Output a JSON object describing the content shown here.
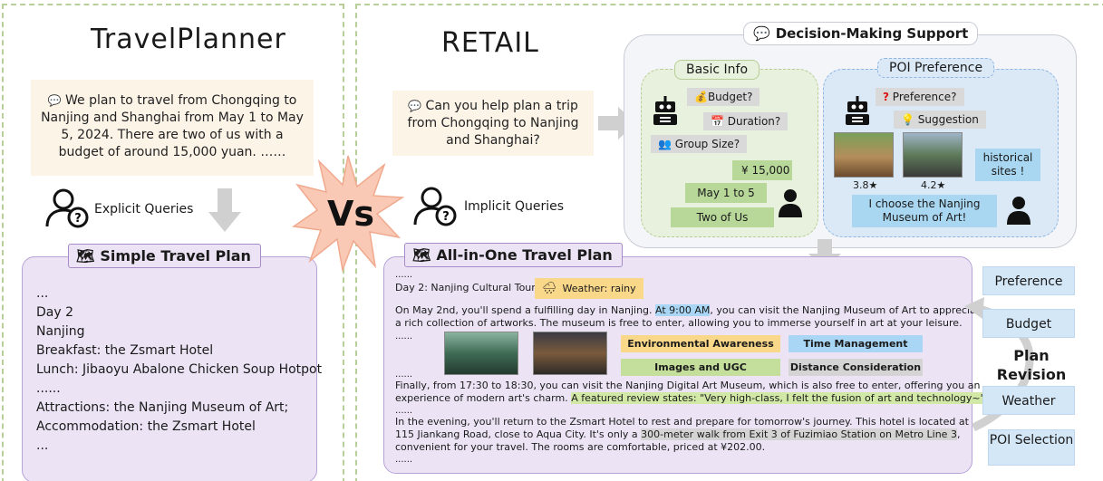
{
  "left": {
    "title": "TravelPlanner",
    "query": "We plan to travel from Chongqing to Nanjing and Shanghai from May 1 to May 5, 2024. There are two of us with a budget of around 15,000 yuan. ……",
    "query_label": "Explicit Queries",
    "plan_title": "Simple Travel Plan",
    "plan_lines": [
      "...",
      "Day 2",
      "Nanjing",
      "Breakfast: the Zsmart Hotel",
      "Lunch: Jibaoyu Abalone Chicken Soup Hotpot",
      "......",
      "Attractions: the Nanjing Museum of Art;",
      "Accommodation: the Zsmart Hotel",
      "..."
    ]
  },
  "vs_label": "Vs",
  "right": {
    "title": "RETAIL",
    "query": "Can you help plan a trip from Chongqing to Nanjing and Shanghai?",
    "query_label": "Implicit Queries",
    "dms_title": "Decision-Making Support",
    "basic_info": {
      "title": "Basic Info",
      "questions": [
        "Budget?",
        "Duration?",
        "Group Size?"
      ],
      "answers": [
        "¥ 15,000",
        "May 1 to  5",
        "Two of Us"
      ]
    },
    "poi_pref": {
      "title": "POI Preference",
      "questions": [
        "Preference?",
        "Suggestion"
      ],
      "ratings": [
        "3.8★",
        "4.2★"
      ],
      "user_bubble": "historical sites !",
      "choice": "I choose the Nanjing Museum of Art!"
    },
    "plan_title": "All-in-One Travel Plan",
    "plan": {
      "l0": "......",
      "day": "Day 2: Nanjing Cultural Tour",
      "weather": "Weather: rainy",
      "p1a": "On May 2nd, you'll spend a fulfilling day in Nanjing.",
      "p1b": "At 9:00 AM",
      "p1c": ", you can visit the Nanjing Museum of Art to appreciate",
      "p1d": "a rich collection of artworks. The museum is free to enter, allowing you to immerse yourself in art at your leisure.",
      "dots1": "......",
      "dots2": "......",
      "p2a": "Finally, from 17:30 to 18:30, you can visit the Nanjing Digital Art Museum, which is also free to enter, offering you an",
      "p2b": "experience of modern art's charm. ",
      "p2c": "A featured review states: \"Very high-class, I felt the fusion of art and technology~\"",
      "dots3": "......",
      "p3a": "In the evening, you'll return to the Zsmart Hotel to rest and prepare for tomorrow's journey. This hotel is located at",
      "p3b": "115 Jiankang Road, close to Aqua City. It's only a ",
      "p3c": "300-meter walk from Exit 3 of Fuzimiao Station on Metro Line 3",
      "p3d": ",",
      "p3e": "convenient for your travel. The rooms are comfortable, priced at ¥202.00.",
      "dots4": "......",
      "chips": [
        "Environmental Awareness",
        "Time Management",
        "Images and UGC",
        "Distance Consideration"
      ]
    },
    "revision_label": "Plan Revision",
    "revision_items": [
      "Preference",
      "Budget",
      "Weather",
      "POI Selection"
    ]
  },
  "colors": {
    "panel_border": "#b9cf9a",
    "plan_fill": "#ece4f5",
    "query_fill": "#fdf4e8",
    "basic_fill": "#e8f1dd",
    "poi_fill": "#dbe9f7",
    "chip_yellow": "#fad88a",
    "chip_blue": "#a8d6f4",
    "chip_green": "#b8d89a",
    "chip_grey": "#d4d4d4",
    "vs_star": "#f9c9b6"
  }
}
